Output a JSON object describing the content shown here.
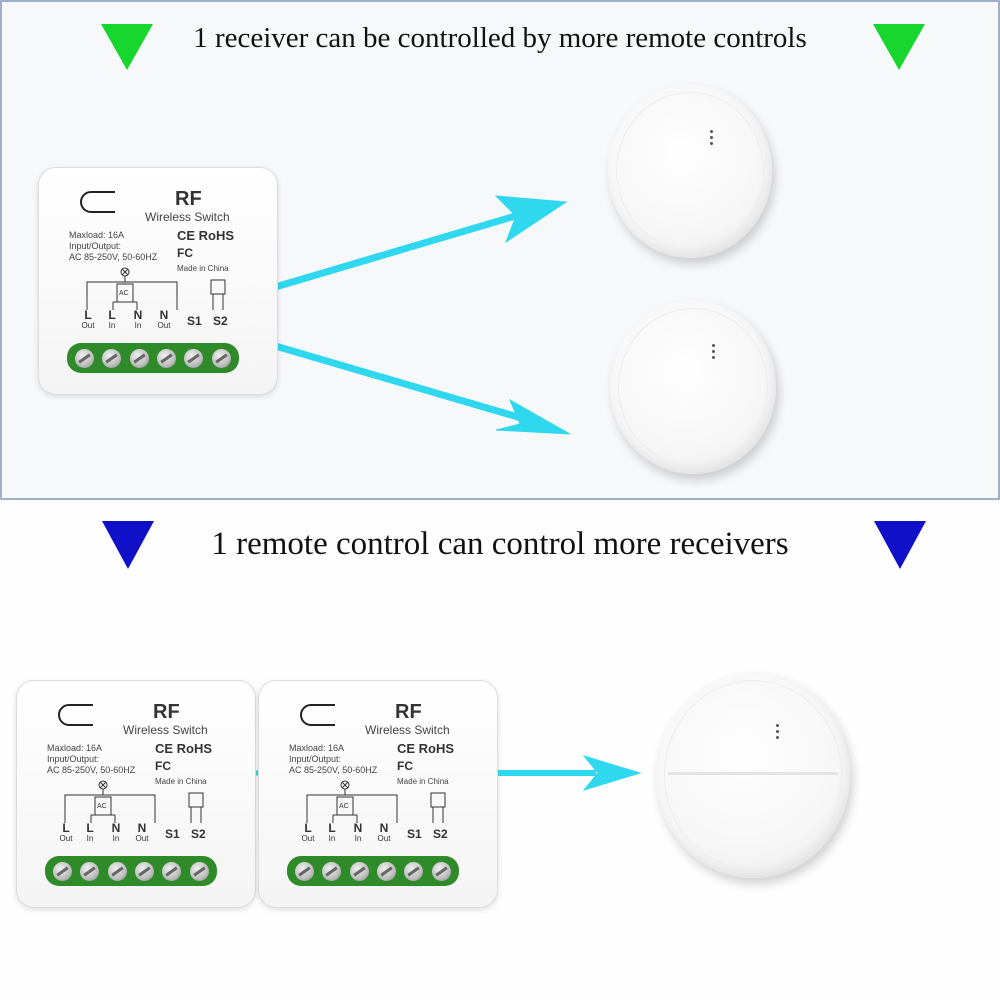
{
  "top_section": {
    "headline": "1 receiver can be controlled by more remote controls"
  },
  "bottom_section": {
    "headline": "1 remote control can control more receivers"
  },
  "module": {
    "brand": "RF",
    "subtitle": "Wireless Switch",
    "maxload": "Maxload: 16A",
    "io": "Input/Output:",
    "ac": "AC 85-250V, 50-60HZ",
    "cert_ce": "CE RoHS",
    "cert_fc": "FC",
    "made_in": "Made in China",
    "ac_label": "AC",
    "terminals": [
      {
        "letter": "L",
        "sub": "Out"
      },
      {
        "letter": "L",
        "sub": "In"
      },
      {
        "letter": "N",
        "sub": "In"
      },
      {
        "letter": "N",
        "sub": "Out"
      }
    ],
    "switch_terminals": [
      "S1",
      "S2"
    ]
  },
  "colors": {
    "green_triangle": "#17d62e",
    "blue_triangle": "#1010c8",
    "arrow": "#2fd8ee",
    "terminal_strip": "#2f8a2a"
  },
  "icons": [
    "triangle-down-icon",
    "arrow-right-icon",
    "screw-icon"
  ]
}
